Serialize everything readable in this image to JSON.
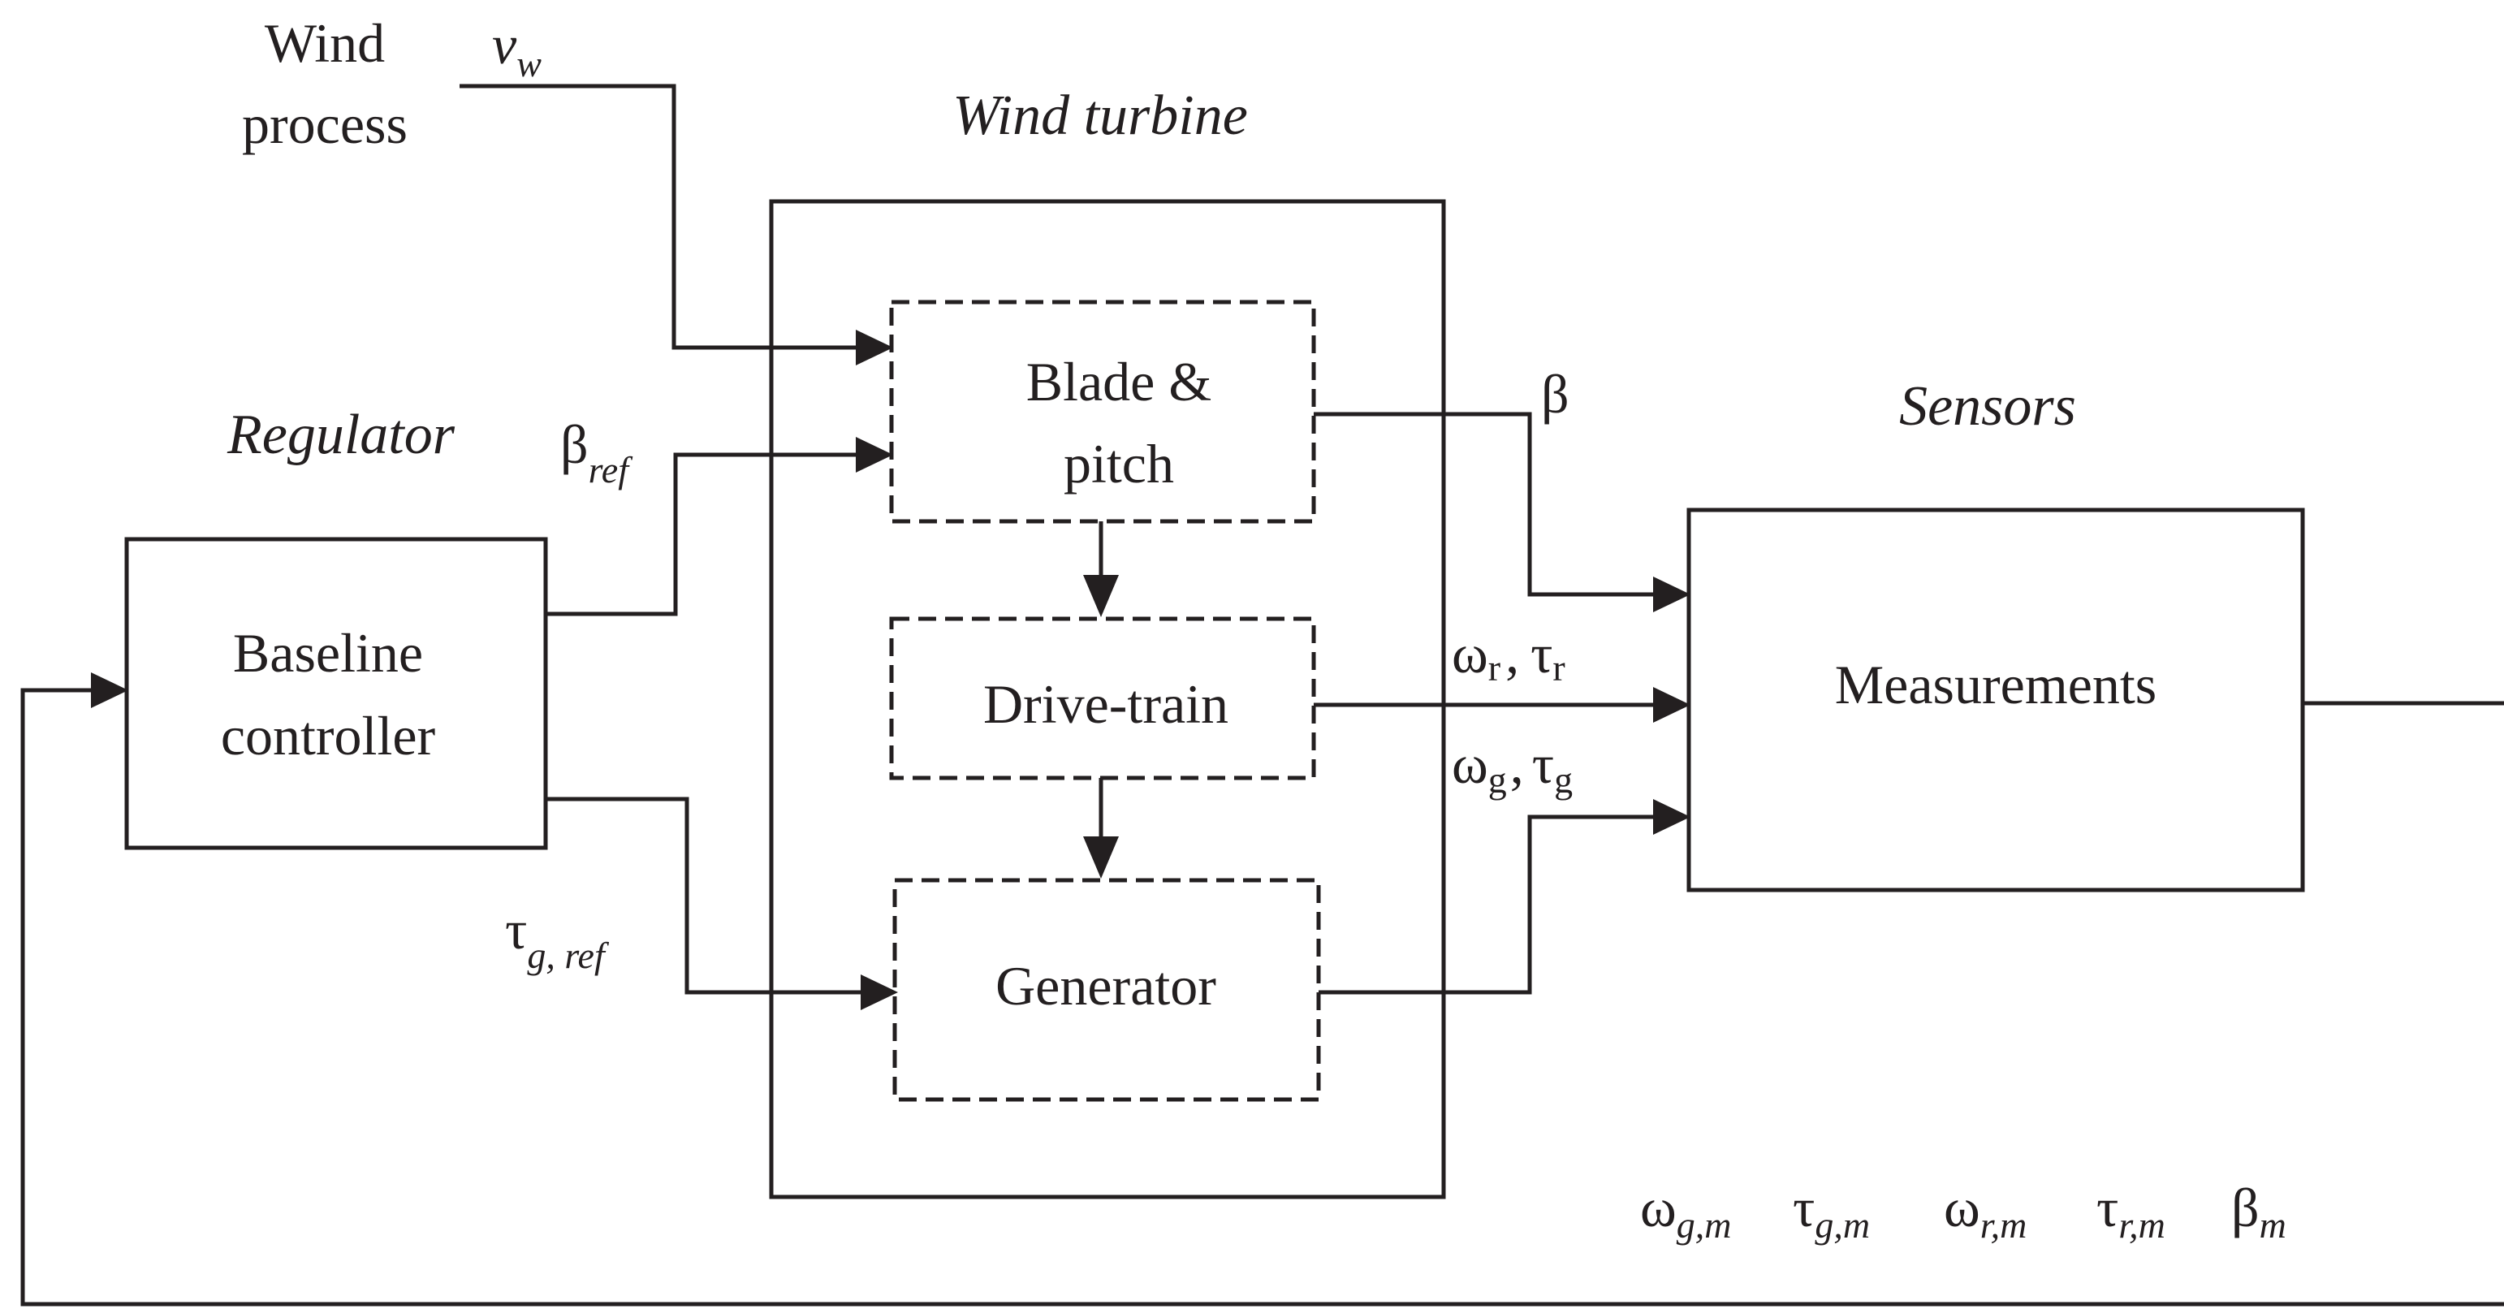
{
  "labels": {
    "wind": "Wind",
    "process": "process",
    "wind_turbine": "Wind turbine",
    "regulator": "Regulator",
    "sensors": "Sensors"
  },
  "blocks": {
    "baseline_line1": "Baseline",
    "baseline_line2": "controller",
    "blade_line1": "Blade &",
    "blade_line2": "pitch",
    "drivetrain": "Drive-train",
    "generator": "Generator",
    "measurements": "Measurements"
  },
  "signals": {
    "vw": {
      "base": "v",
      "sub": "w"
    },
    "beta_ref": {
      "base": "β",
      "sub": "ref"
    },
    "tau_g_ref": {
      "base": "τ",
      "sub": "g, ref"
    },
    "beta": "β",
    "omega_r": {
      "base": "ω",
      "sub": "r"
    },
    "tau_r": {
      "base": "τ",
      "sub": "r"
    },
    "omega_g": {
      "base": "ω",
      "sub": "g"
    },
    "tau_g": {
      "base": "τ",
      "sub": "g"
    },
    "comma": ",",
    "feedback": [
      {
        "base": "ω",
        "sub": "g,m"
      },
      {
        "base": "τ",
        "sub": "g,m"
      },
      {
        "base": "ω",
        "sub": "r,m"
      },
      {
        "base": "τ",
        "sub": "r,m"
      },
      {
        "base": "β",
        "sub": "m"
      }
    ]
  }
}
